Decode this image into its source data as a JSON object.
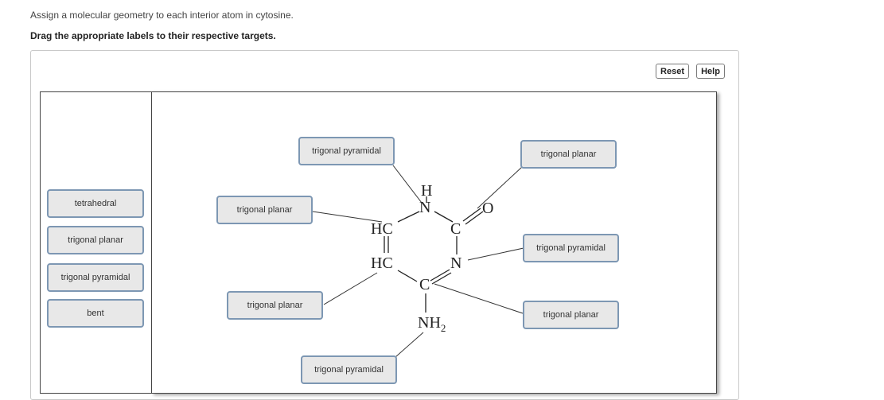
{
  "instruction": "Assign a molecular geometry to each interior atom in cytosine.",
  "subinstruction": "Drag the appropriate labels to their respective targets.",
  "toolbar": {
    "reset_label": "Reset",
    "help_label": "Help"
  },
  "tray": {
    "labels": [
      "tetrahedral",
      "trigonal planar",
      "trigonal pyramidal",
      "bent"
    ]
  },
  "targets": {
    "top_nh": "trigonal pyramidal",
    "carbonyl_c": "trigonal planar",
    "left_hc_top": "trigonal planar",
    "ring_n_right": "trigonal pyramidal",
    "left_hc_bottom": "trigonal planar",
    "amine_c": "trigonal planar",
    "nh2": "trigonal pyramidal"
  },
  "molecule": {
    "h": "H",
    "n_top": "N",
    "o": "O",
    "hc_top": "HC",
    "c_carbonyl": "C",
    "hc_bottom": "HC",
    "n_right": "N",
    "c_bottom": "C",
    "nh2": "NH",
    "nh2_sub": "2"
  }
}
